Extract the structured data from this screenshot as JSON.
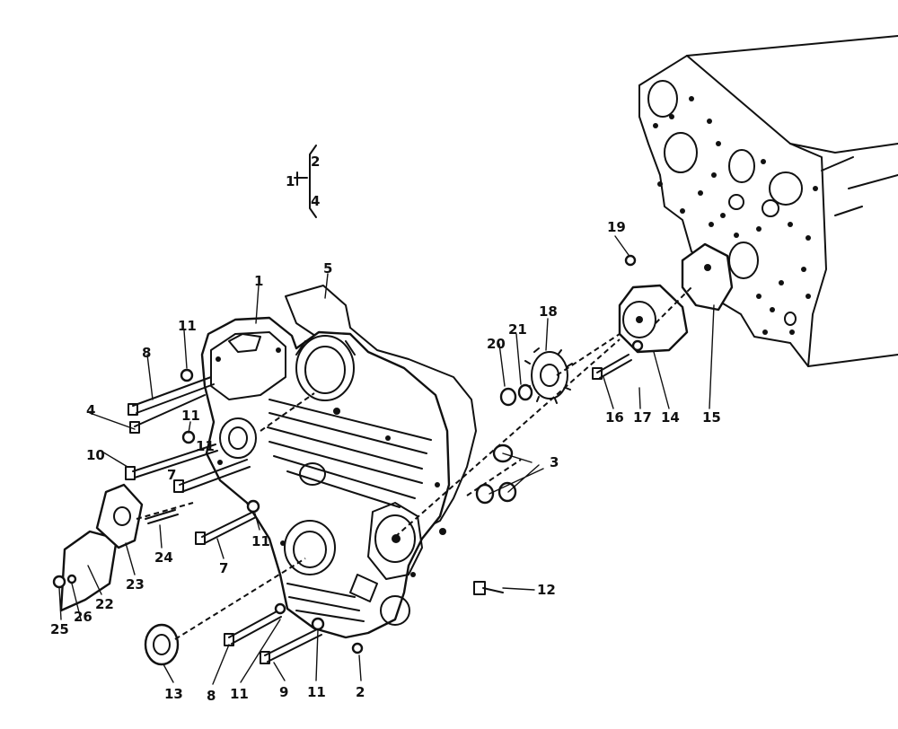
{
  "callouts": [
    {
      "id": "c1",
      "text": "1"
    },
    {
      "id": "c2",
      "text": "2"
    },
    {
      "id": "c2b",
      "text": "2"
    },
    {
      "id": "c3",
      "text": "3"
    },
    {
      "id": "c4",
      "text": "4"
    },
    {
      "id": "c4b",
      "text": "4"
    },
    {
      "id": "c5",
      "text": "5"
    },
    {
      "id": "c7",
      "text": "7"
    },
    {
      "id": "c7b",
      "text": "7"
    },
    {
      "id": "c8",
      "text": "8"
    },
    {
      "id": "c8b",
      "text": "8"
    },
    {
      "id": "c9",
      "text": "9"
    },
    {
      "id": "c10",
      "text": "10"
    },
    {
      "id": "c11a",
      "text": "11"
    },
    {
      "id": "c11b",
      "text": "11"
    },
    {
      "id": "c11c",
      "text": "11"
    },
    {
      "id": "c11d",
      "text": "11"
    },
    {
      "id": "c11e",
      "text": "11"
    },
    {
      "id": "c11f",
      "text": "11"
    },
    {
      "id": "c12",
      "text": "12"
    },
    {
      "id": "c13",
      "text": "13"
    },
    {
      "id": "c14",
      "text": "14"
    },
    {
      "id": "c15",
      "text": "15"
    },
    {
      "id": "c16",
      "text": "16"
    },
    {
      "id": "c17",
      "text": "17"
    },
    {
      "id": "c18",
      "text": "18"
    },
    {
      "id": "c19",
      "text": "19"
    },
    {
      "id": "c20",
      "text": "20"
    },
    {
      "id": "c21",
      "text": "21"
    },
    {
      "id": "c22",
      "text": "22"
    },
    {
      "id": "c23",
      "text": "23"
    },
    {
      "id": "c24",
      "text": "24"
    },
    {
      "id": "c25",
      "text": "25"
    },
    {
      "id": "c26",
      "text": "26"
    },
    {
      "id": "c1k",
      "text": "1"
    }
  ]
}
